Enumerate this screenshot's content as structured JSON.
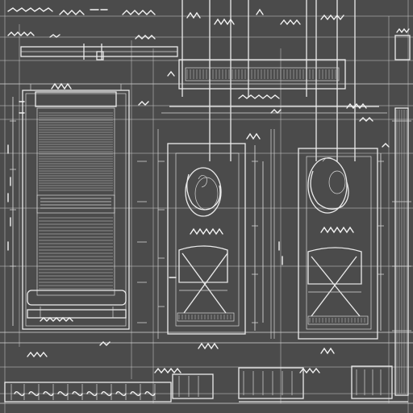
{
  "drawing": {
    "title": "",
    "notes": [],
    "colors": {
      "background": "#4b4b4b",
      "line": "#ececec"
    },
    "views": [
      "left-panel-elevation",
      "center-housing-section",
      "right-housing-section",
      "top-bracket-assembly",
      "right-edge-rail",
      "bottom-detail-strip"
    ]
  }
}
